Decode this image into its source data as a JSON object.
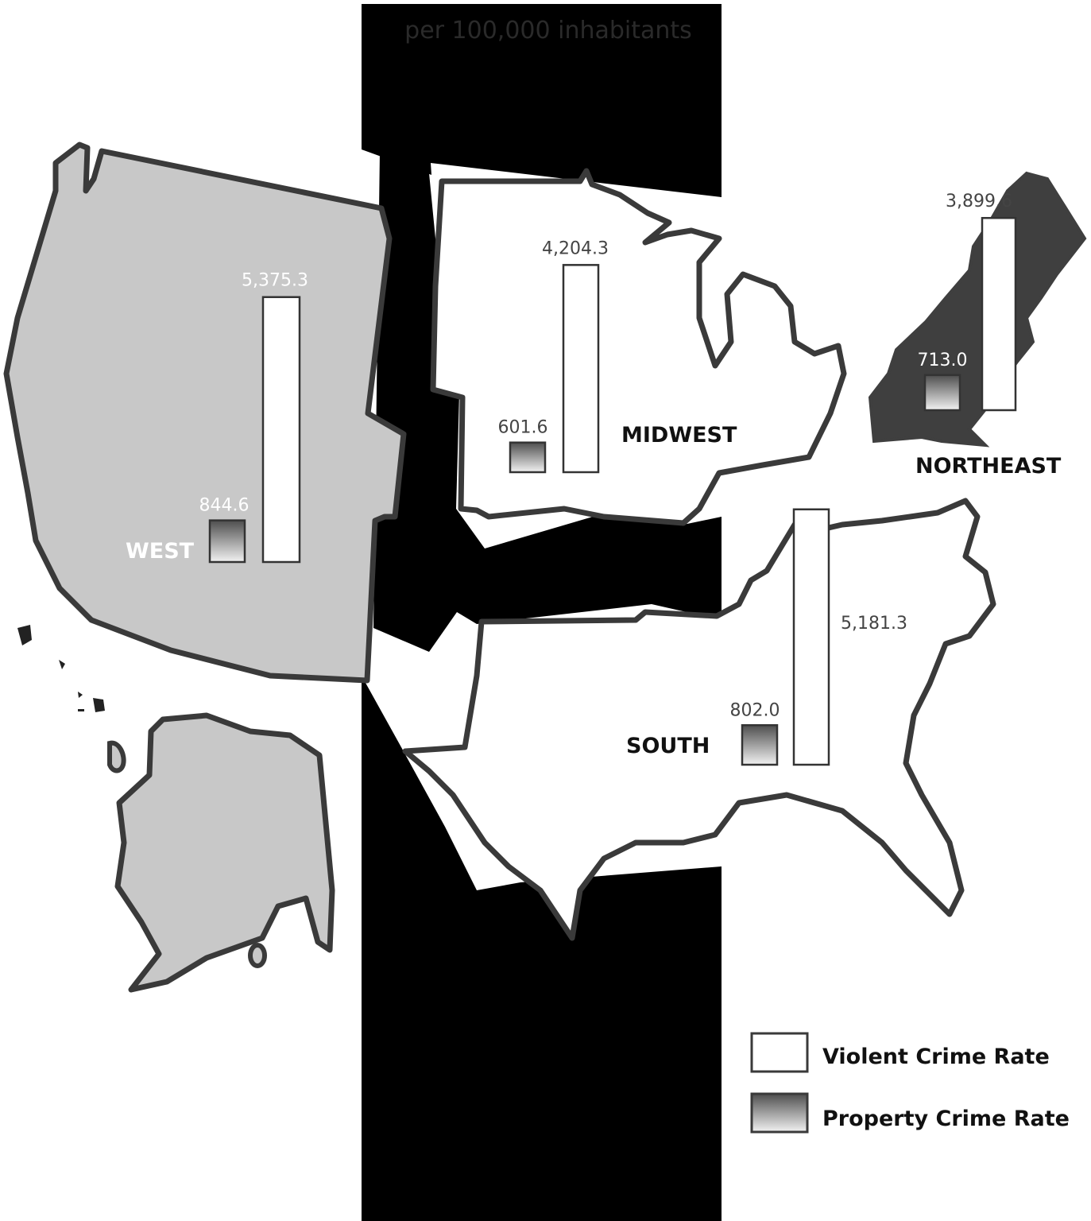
{
  "header": {
    "text": "per 100,000 inhabitants"
  },
  "chart_data": {
    "type": "bar",
    "categories": [
      "WEST",
      "MIDWEST",
      "NORTHEAST",
      "SOUTH"
    ],
    "series": [
      {
        "name": "Violent Crime Rate",
        "values": [
          5375.3,
          4204.3,
          3899.6,
          5181.3
        ]
      },
      {
        "name": "Property Crime Rate",
        "values": [
          844.6,
          601.6,
          713.0,
          802.0
        ]
      }
    ],
    "value_labels": {
      "violent": [
        "5,375.3",
        "4,204.3",
        "3,899.6",
        "5,181.3"
      ],
      "property": [
        "844.6",
        "601.6",
        "713.0",
        "802.0"
      ]
    }
  },
  "legend": {
    "violent_label": "Violent Crime Rate",
    "property_label": "Property Crime Rate"
  },
  "colors": {
    "west": "#c8c8c8",
    "northeast": "#3f3f3f",
    "land_white": "#ffffff",
    "background_band": "#000000",
    "outline": "#3a3a3a",
    "property_fill_top": "#555555",
    "property_fill_bottom": "#f0f0f0"
  }
}
